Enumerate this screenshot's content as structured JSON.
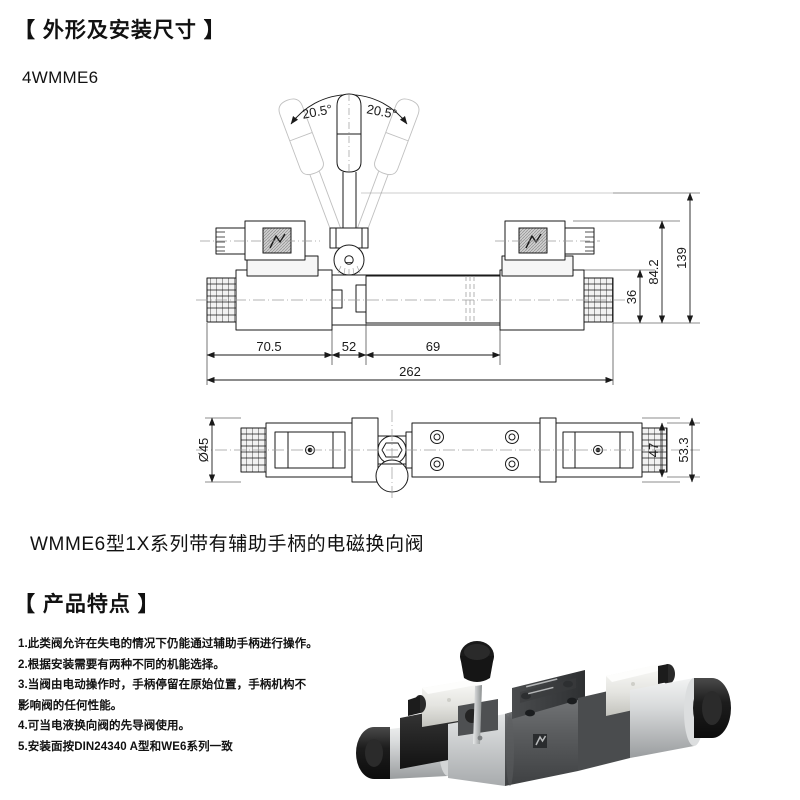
{
  "document": {
    "heading_dimensions": "【 外形及安装尺寸 】",
    "heading_features": "【 产品特点 】",
    "model_label": "4WMME6",
    "caption": "WMME6型1X系列带有辅助手柄的电磁换向阀"
  },
  "features": [
    "1.此类阀允许在失电的情况下仍能通过辅助手柄进行操作。",
    "2.根据安装需要有两种不同的机能选择。",
    "3.当阀由电动操作时，手柄停留在原始位置，手柄机构不",
    "影响阀的任何性能。",
    "4.可当电液换向阀的先导阀使用。",
    "5.安装面按DIN24340 A型和WE6系列一致"
  ],
  "drawing": {
    "front_view": {
      "angle_left": "20.5°",
      "angle_right": "20.5°",
      "vertical_dimensions": [
        {
          "label": "139",
          "value": 139
        },
        {
          "label": "84.2",
          "value": 84.2
        },
        {
          "label": "36",
          "value": 36
        }
      ],
      "horizontal_dimensions": [
        {
          "label": "70.5",
          "value": 70.5
        },
        {
          "label": "52",
          "value": 52
        },
        {
          "label": "69",
          "value": 69
        }
      ],
      "overall_length": {
        "label": "262",
        "value": 262
      }
    },
    "plan_view": {
      "diameter": {
        "label": "Ø45",
        "value": 45
      },
      "height": {
        "label": "47",
        "value": 47
      },
      "overall_width": {
        "label": "53.3",
        "value": 53.3
      }
    },
    "units": "mm"
  },
  "colors": {
    "line": "#1a1a1a",
    "ghost": "#b9b9b9",
    "centerline": "#9a9a9a",
    "hatch": "#8d8d8d",
    "coil_fill": "#f4f4f4",
    "photo_body": "#5d5f61",
    "photo_metal": "#c9cbcc",
    "photo_dark": "#231f20",
    "photo_coil": "#e9e9e7"
  }
}
